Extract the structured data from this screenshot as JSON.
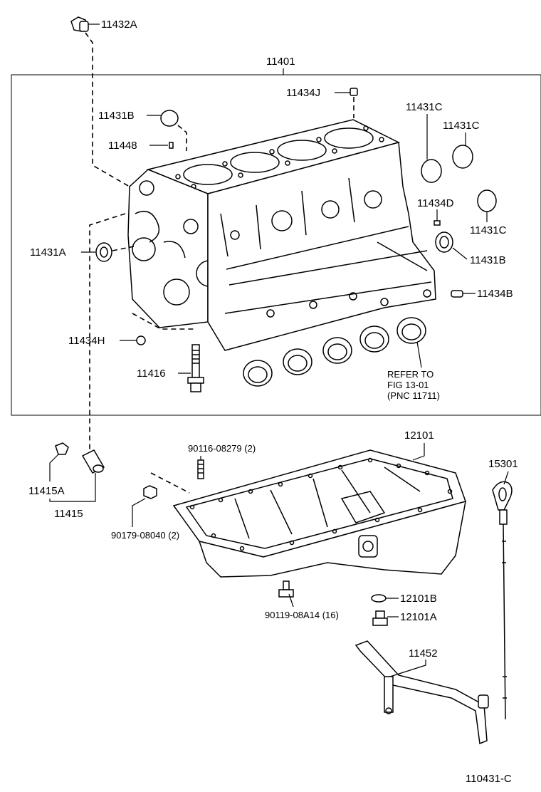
{
  "labels": {
    "p11432A": "11432A",
    "p11401": "11401",
    "p11434J": "11434J",
    "p11431B_top": "11431B",
    "p11448": "11448",
    "p11431C_1": "11431C",
    "p11431C_2": "11431C",
    "p11434D": "11434D",
    "p11431C_3": "11431C",
    "p11431A": "11431A",
    "p11431B_right": "11431B",
    "p11434B": "11434B",
    "p11434H": "11434H",
    "p11416": "11416",
    "refer_1": "REFER TO",
    "refer_2": "FIG 13-01",
    "refer_3": "(PNC 11711)",
    "p12101": "12101",
    "p90116": "90116-08279 (2)",
    "p15301": "15301",
    "p11415A": "11415A",
    "p11415": "11415",
    "p90179": "90179-08040 (2)",
    "p12101B": "12101B",
    "p90119": "90119-08A14 (16)",
    "p12101A": "12101A",
    "p11452": "11452",
    "figure_id": "110431-C"
  }
}
